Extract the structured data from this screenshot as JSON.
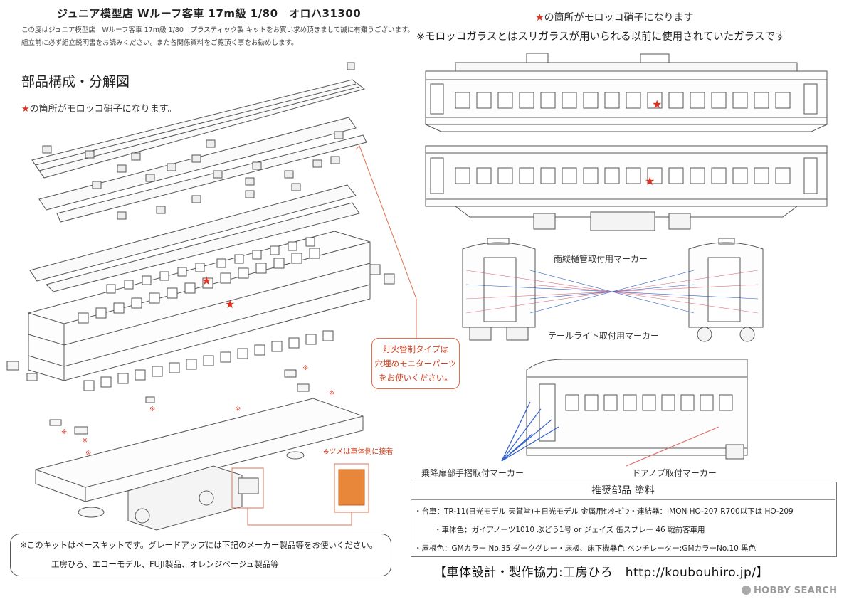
{
  "header": {
    "title": "ジュニア模型店 Wルーフ客車 17m級 1/80　オロハ31300",
    "intro_line1": "この度はジュニア模型店　Wルーフ客車 17m級 1/80　プラスティック製 キットをお買い求め頂きまして誠に有難うございます。",
    "intro_line2": "組立前に必ず組立説明書をお読みください。また各関係資料をご覧頂く事をお勧めします。"
  },
  "left": {
    "section_title": "部品構成・分解図",
    "star_note": "の箇所がモロッコ硝子になります。",
    "bubble_line1": "灯火管制タイプは",
    "bubble_line2": "穴埋めモニターパーツ",
    "bubble_line3": "をお使いください。",
    "tsume_note": "※ツメは車体側に接着",
    "base_note_line1": "※このキットはベースキットです。グレードアップには下記のメーカー製品等をお使いください。",
    "base_note_line2": "工房ひろ、エコーモデル、FUJI製品、オレンジベージュ製品等"
  },
  "right": {
    "star_note": "の箇所がモロッコ硝子になります",
    "glass_note": "※モロッコガラスとはスリガラスが用いられる以前に使用されていたガラスです",
    "marker_gutter": "雨縦樋管取付用マーカー",
    "marker_tail": "テールライト取付用マーカー",
    "marker_handrail": "乗降扉部手摺取付マーカー",
    "marker_knob": "ドアノブ取付マーカー"
  },
  "recommended": {
    "title": "推奨部品 塗料",
    "line1": "・台車：TR-11(日光モデル 天賞堂)＋日光モデル 金属用ｾﾝﾀｰﾋﾟﾝ・連結器：IMON HO-207  R700以下は HO-209",
    "line2": "・車体色：ガイアノーツ1010 ぶどう1号 or ジェイズ 缶スプレー 46 戦前客車用",
    "line3": "・屋根色：GMカラー No.35 ダークグレー・床板、床下機器色:ベンチレーター:GMカラーNo.10 黒色"
  },
  "credit": "【車体設計・製作協力:工房ひろ　http://koubouhiro.jp/】",
  "watermark": "HOBBY SEARCH",
  "colors": {
    "accent_red": "#e0301e",
    "marker_blue": "#3060c8",
    "marker_pink": "#e07080",
    "line": "#555555"
  }
}
